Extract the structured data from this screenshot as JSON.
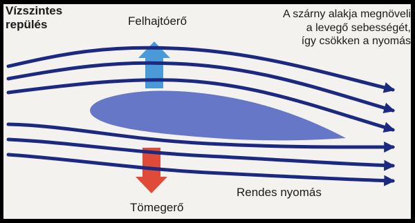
{
  "title": [
    "Vízszintes",
    "repülés"
  ],
  "lift_label": "Felhajtóerő",
  "weight_label": "Tömegerő",
  "note": [
    "A szárny alakja megnöveli",
    "a levegő sebességét,",
    "így csökken a nyomás"
  ],
  "pressure_label": "Rendes nyomás",
  "colors": {
    "background": "#f3f2ef",
    "frame": "#000000",
    "streamline": "#1b2a80",
    "wing": "#6677c7",
    "lift_arrow": "#4a9ad8",
    "weight_arrow": "#e04a38"
  },
  "icons": {
    "lift": "up-arrow-icon",
    "weight": "down-arrow-icon",
    "flow": "right-arrow-icon"
  }
}
